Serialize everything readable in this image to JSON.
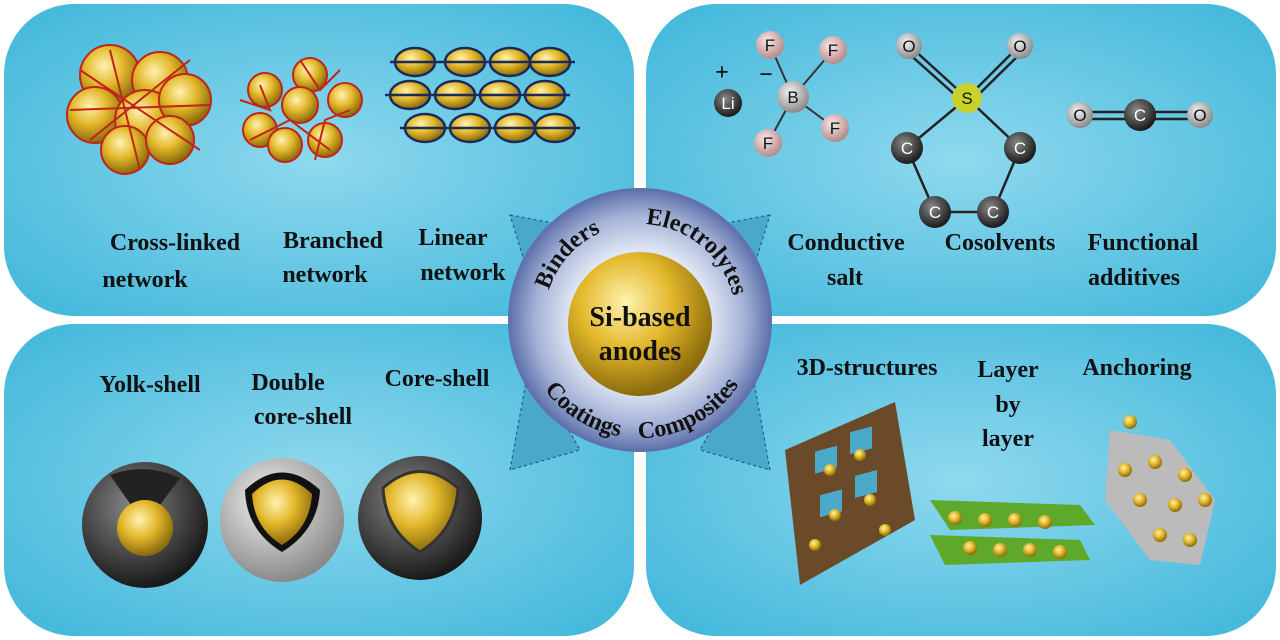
{
  "center": {
    "line1": "Si-based",
    "line2": "anodes"
  },
  "ring": {
    "binders": "Binders",
    "electrolytes": "Electrolytes",
    "coatings": "Coatings",
    "composites": "Composites"
  },
  "binders": {
    "crosslinked": [
      "Cross-linked",
      "network"
    ],
    "branched": [
      "Branched",
      "network"
    ],
    "linear": [
      "Linear",
      "network"
    ]
  },
  "electrolytes": {
    "salt": [
      "Conductive",
      "salt"
    ],
    "cosolvents": "Cosolvents",
    "additives": [
      "Functional",
      "additives"
    ],
    "atoms": {
      "li": "Li",
      "plus": "+",
      "minus": "−",
      "b": "B",
      "f": "F",
      "o": "O",
      "s": "S",
      "c": "C"
    }
  },
  "coatings": {
    "yolk": "Yolk-shell",
    "double": [
      "Double",
      "core-shell"
    ],
    "core": "Core-shell"
  },
  "composites": {
    "structures3d": "3D-structures",
    "lbl": [
      "Layer",
      "by",
      "layer"
    ],
    "anchoring": "Anchoring"
  },
  "colors": {
    "panel": "#5cc6e3",
    "ring": "#7f8fc0",
    "gold": "#d6a91e"
  }
}
